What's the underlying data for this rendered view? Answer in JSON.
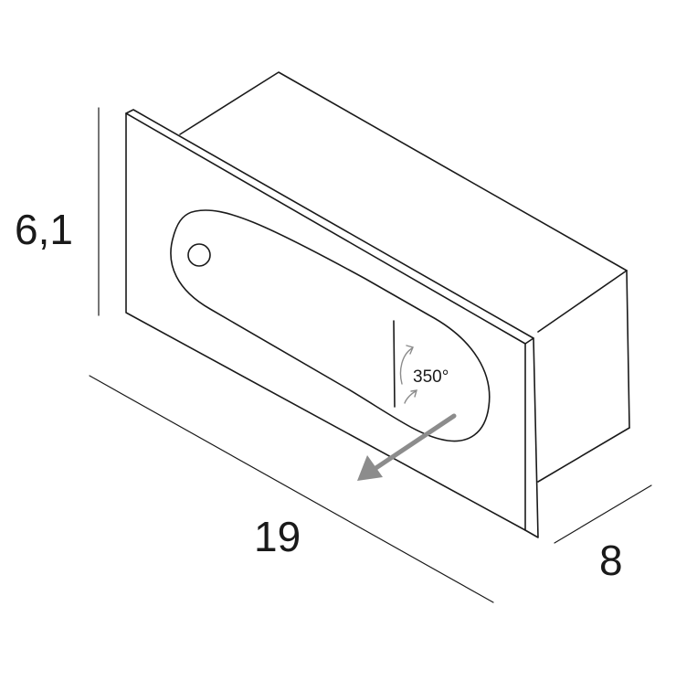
{
  "dimensions": {
    "height": "6,1",
    "length": "19",
    "depth": "8"
  },
  "rotation": {
    "label": "350°"
  },
  "colors": {
    "outline": "#1a1a1a",
    "arrow": "#8c8c8c",
    "rotation_arrows": "#8c8c8c",
    "background": "#ffffff"
  }
}
